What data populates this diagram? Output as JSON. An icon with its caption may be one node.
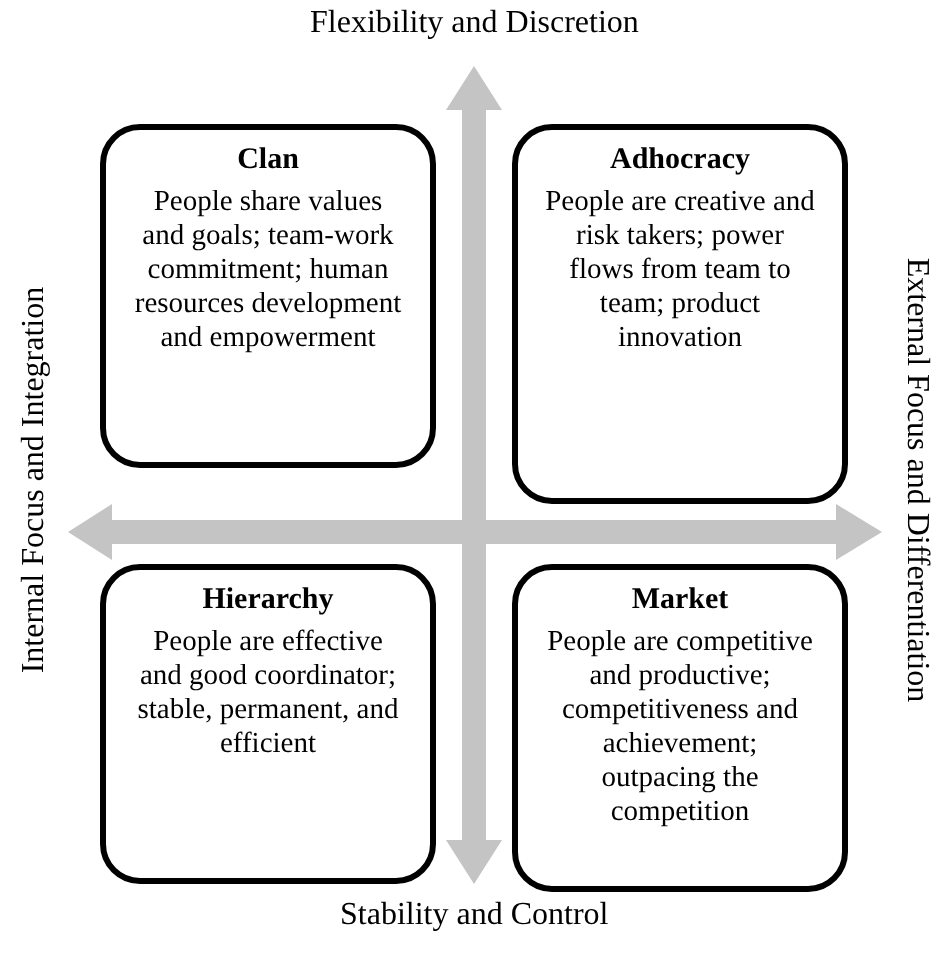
{
  "diagram": {
    "nodes": [
      {
        "text": [
          "Clan",
          "People share values and goals; team-work commitment; human resources development and empowerment"
        ]
      },
      {
        "text": [
          "Adhocracy",
          "People are creative and risk takers; power flows from team to team; product innovation"
        ]
      },
      {
        "text": [
          "Hierarchy",
          "People are effective and good coordinator; stable, permanent, and efficient"
        ]
      },
      {
        "text": [
          "Market",
          "People are competitive and productive; competitiveness and achievement; outpacing the competition"
        ]
      }
    ],
    "labels": [
      "Flexibility and Discretion",
      "Internal Focus and Integration",
      "External Focus and Differentiation",
      "Stability and Control"
    ]
  }
}
